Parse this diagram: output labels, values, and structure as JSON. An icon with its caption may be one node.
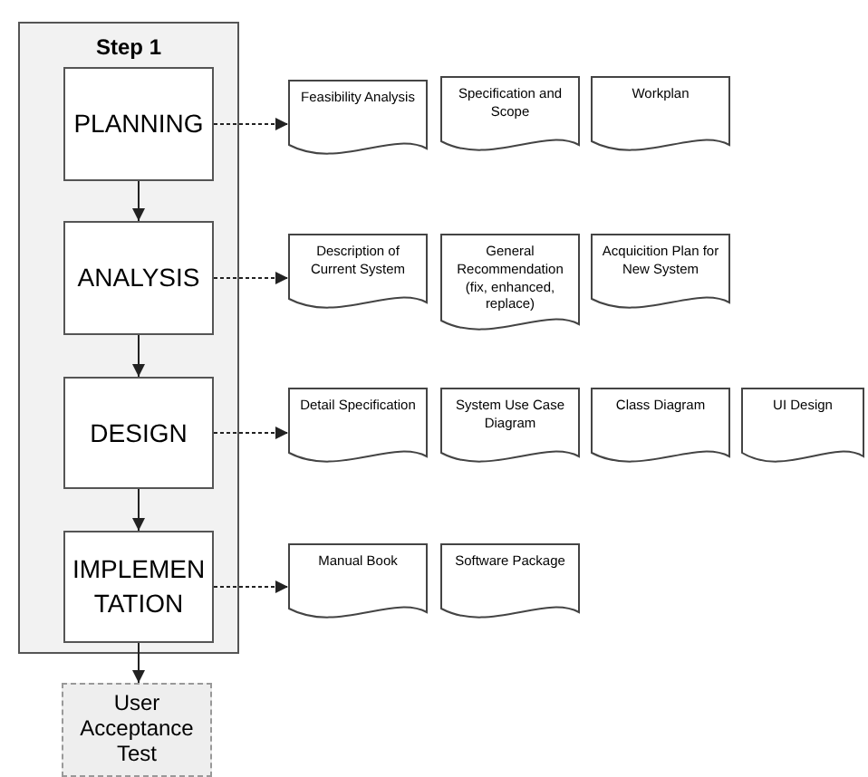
{
  "diagram": {
    "nodes": [
      {
        "text": [
          "Step 1"
        ]
      },
      {
        "text": [
          "PLANNING"
        ],
        "in": 0
      },
      {
        "text": [
          "ANALYSIS"
        ],
        "in": 0
      },
      {
        "text": [
          "DESIGN"
        ],
        "in": 0
      },
      {
        "text": [
          "IMPLEMEN TATION"
        ],
        "in": 0
      },
      {
        "text": [
          "User Acceptance Test"
        ]
      },
      {
        "text": [
          "Feasibility Analysis"
        ]
      },
      {
        "text": [
          "Specification and Scope"
        ]
      },
      {
        "text": [
          "Workplan"
        ]
      },
      {
        "text": [
          "Description of Current System"
        ]
      },
      {
        "text": [
          "General Recommendation (fix, enhanced, replace)"
        ]
      },
      {
        "text": [
          "Acquicition Plan for New System"
        ]
      },
      {
        "text": [
          "Detail Specification"
        ]
      },
      {
        "text": [
          "System Use Case Diagram"
        ]
      },
      {
        "text": [
          "Class Diagram"
        ]
      },
      {
        "text": [
          "UI Design"
        ]
      },
      {
        "text": [
          "Manual Book"
        ]
      },
      {
        "text": [
          "Software Package"
        ]
      }
    ],
    "edges": [
      {
        "from": 1,
        "to": 2,
        "arrow": "to"
      },
      {
        "from": 2,
        "to": 3,
        "arrow": "to"
      },
      {
        "from": 3,
        "to": 4,
        "arrow": "to"
      },
      {
        "from": 4,
        "to": 5,
        "arrow": "to"
      },
      {
        "from": 1,
        "to": 6,
        "arrow": "to",
        "style": "dashed"
      },
      {
        "from": 2,
        "to": 9,
        "arrow": "to",
        "style": "dashed"
      },
      {
        "from": 3,
        "to": 12,
        "arrow": "to",
        "style": "dashed"
      },
      {
        "from": 4,
        "to": 16,
        "arrow": "to",
        "style": "dashed"
      }
    ]
  }
}
